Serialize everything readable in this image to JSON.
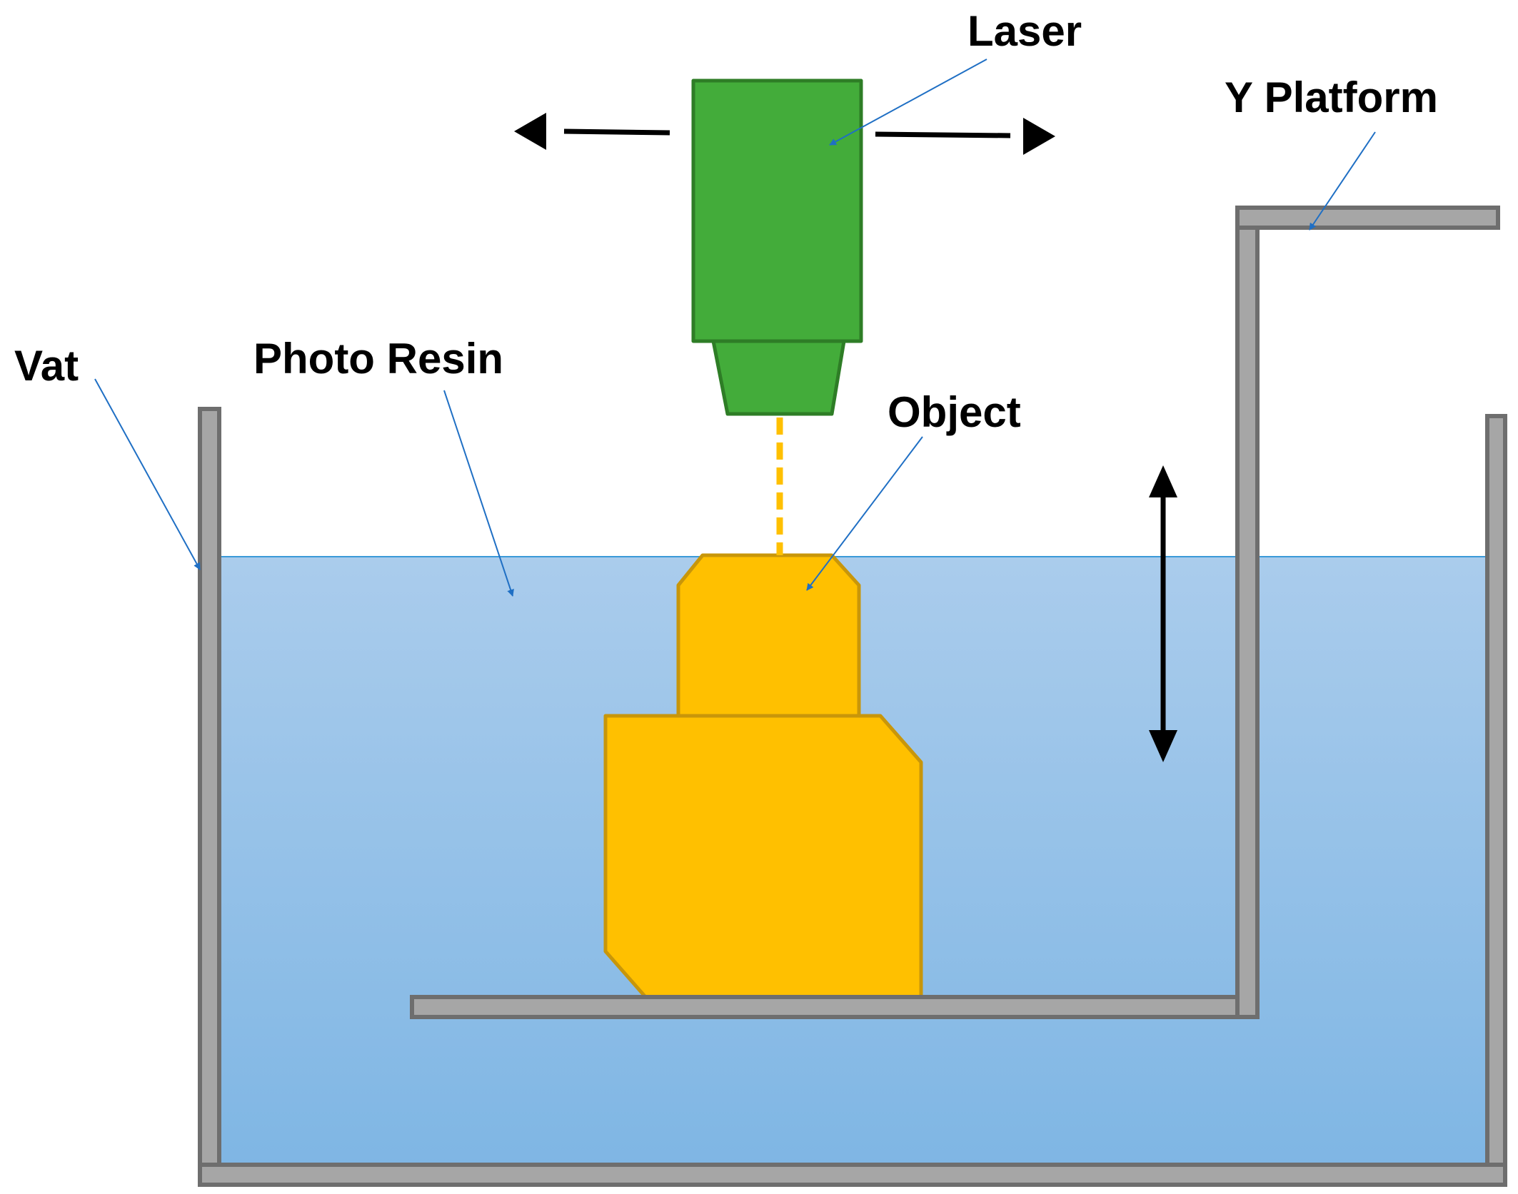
{
  "labels": {
    "laser": "Laser",
    "y_platform": "Y Platform",
    "vat": "Vat",
    "photo_resin": "Photo Resin",
    "object": "Object"
  },
  "colors": {
    "laser_body": "#43AC3A",
    "laser_border": "#2E7D26",
    "resin_top": "#AACCEC",
    "resin_bottom": "#7FB6E4",
    "resin_border": "#3B9AD8",
    "object_fill": "#FFC000",
    "object_border": "#C8960A",
    "metal_fill": "#A6A6A6",
    "metal_border": "#6E6E6E",
    "pointer": "#1F6FC4",
    "motion_arrow": "#000000",
    "beam": "#FFC000"
  },
  "icons": {
    "pointer": "blue-pointer-arrow-icon",
    "motion": "black-double-arrow-icon"
  }
}
